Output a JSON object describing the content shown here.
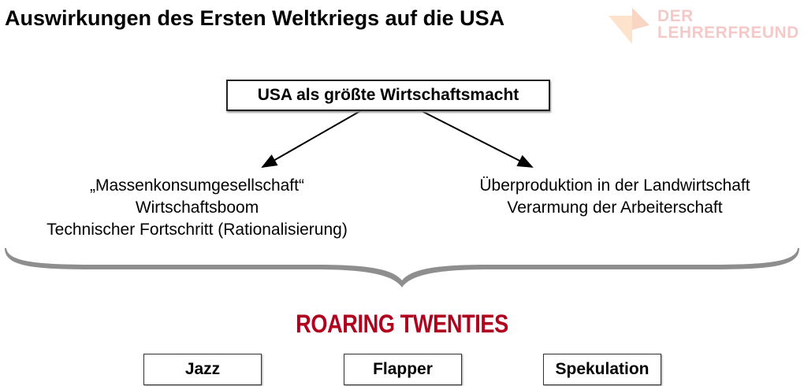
{
  "title": "Auswirkungen des Ersten Weltkriegs auf die USA",
  "logo": {
    "line1": "DER",
    "line2": "LEHRERFREUND"
  },
  "top_box": "USA als größte Wirtschaftsmacht",
  "left_items": [
    "„Massenkonsumgesellschaft“",
    "Wirtschaftsboom",
    "Technischer Fortschritt (Rationalisierung)"
  ],
  "right_items": [
    "Überproduktion in der Landwirtschaft",
    "Verarmung der Arbeiterschaft"
  ],
  "result_heading": "ROARING TWENTIES",
  "result_boxes": [
    "Jazz",
    "Flapper",
    "Spekulation"
  ],
  "colors": {
    "accent": "#b0001e",
    "brace": "#8e8e8e",
    "logo": "#f6c9c9"
  }
}
